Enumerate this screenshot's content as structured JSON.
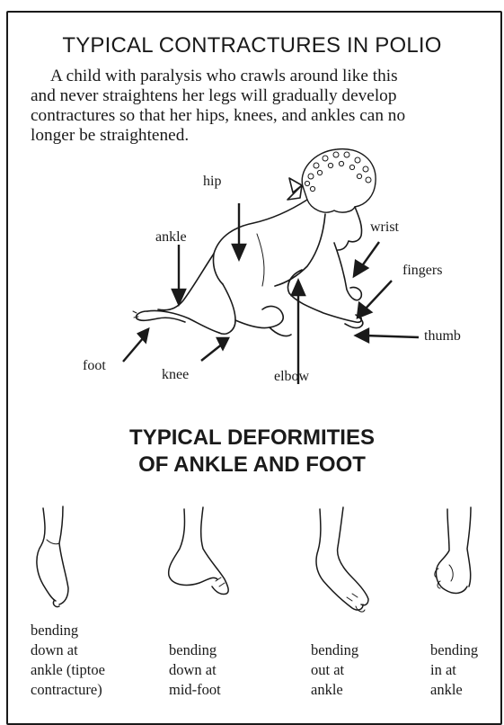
{
  "title_top": "TYPICAL CONTRACTURES IN POLIO",
  "intro_lines": [
    "A child with paralysis who crawls around like this",
    "and never straightens her legs will gradually develop",
    "contractures so that her hips, knees, and ankles can no",
    "longer be straightened."
  ],
  "labels": {
    "hip": "hip",
    "ankle": "ankle",
    "wrist": "wrist",
    "fingers": "fingers",
    "thumb": "thumb",
    "foot": "foot",
    "knee": "knee",
    "elbow": "elbow"
  },
  "title_bottom": [
    "TYPICAL DEFORMITIES",
    "OF ANKLE AND FOOT"
  ],
  "deformities": [
    {
      "caption": [
        "bending",
        "down at",
        "ankle (tiptoe",
        "contracture)"
      ]
    },
    {
      "caption": [
        "bending",
        "down at",
        "mid-foot"
      ]
    },
    {
      "caption": [
        "bending",
        "out at",
        "ankle"
      ]
    },
    {
      "caption": [
        "bending",
        "in at",
        "ankle"
      ]
    }
  ]
}
